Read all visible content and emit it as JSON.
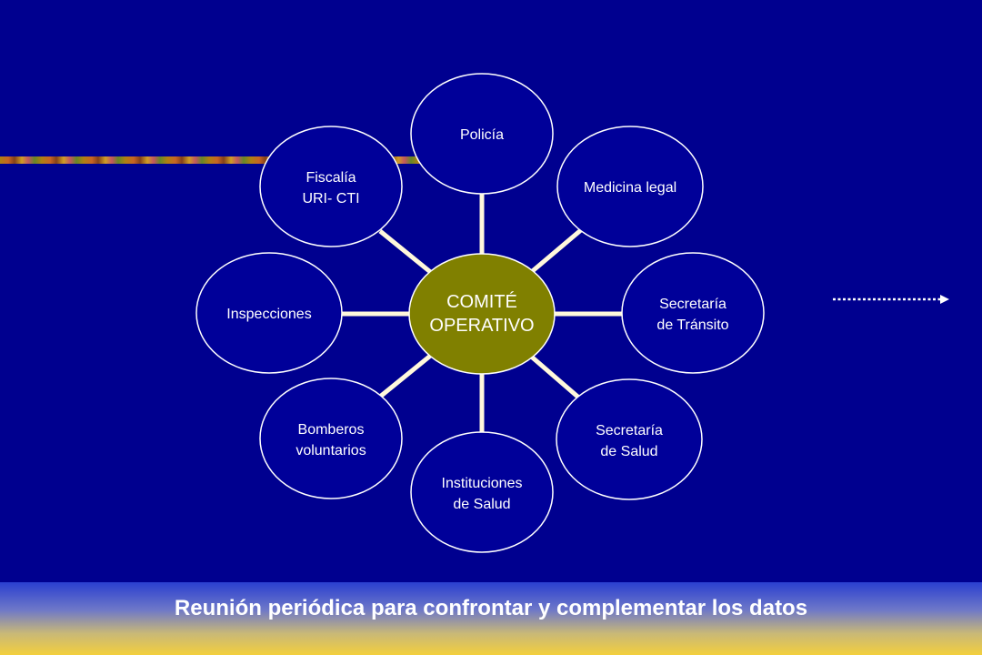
{
  "diagram": {
    "center": {
      "line1": "COMITÉ",
      "line2": "OPERATIVO"
    },
    "nodes": [
      {
        "id": "policia",
        "lines": [
          "Policía"
        ]
      },
      {
        "id": "medicina-legal",
        "lines": [
          "Medicina legal"
        ]
      },
      {
        "id": "secretaria-transito",
        "lines": [
          "Secretaría",
          "de Tránsito"
        ]
      },
      {
        "id": "secretaria-salud",
        "lines": [
          "Secretaría",
          "de Salud"
        ]
      },
      {
        "id": "instituciones-salud",
        "lines": [
          "Instituciones",
          "de Salud"
        ]
      },
      {
        "id": "bomberos",
        "lines": [
          "Bomberos",
          "voluntarios"
        ]
      },
      {
        "id": "inspecciones",
        "lines": [
          "Inspecciones"
        ]
      },
      {
        "id": "fiscalia",
        "lines": [
          "Fiscalía",
          "URI- CTI"
        ]
      }
    ]
  },
  "footer": {
    "text": "Reunión periódica para confrontar y complementar los datos"
  },
  "colors": {
    "background": "#00008f",
    "center_fill": "#808000",
    "node_fill": "#000099",
    "connector": "#fff8dc",
    "footer_top": "#2a3fd0",
    "footer_bottom": "#f3cf3d"
  }
}
